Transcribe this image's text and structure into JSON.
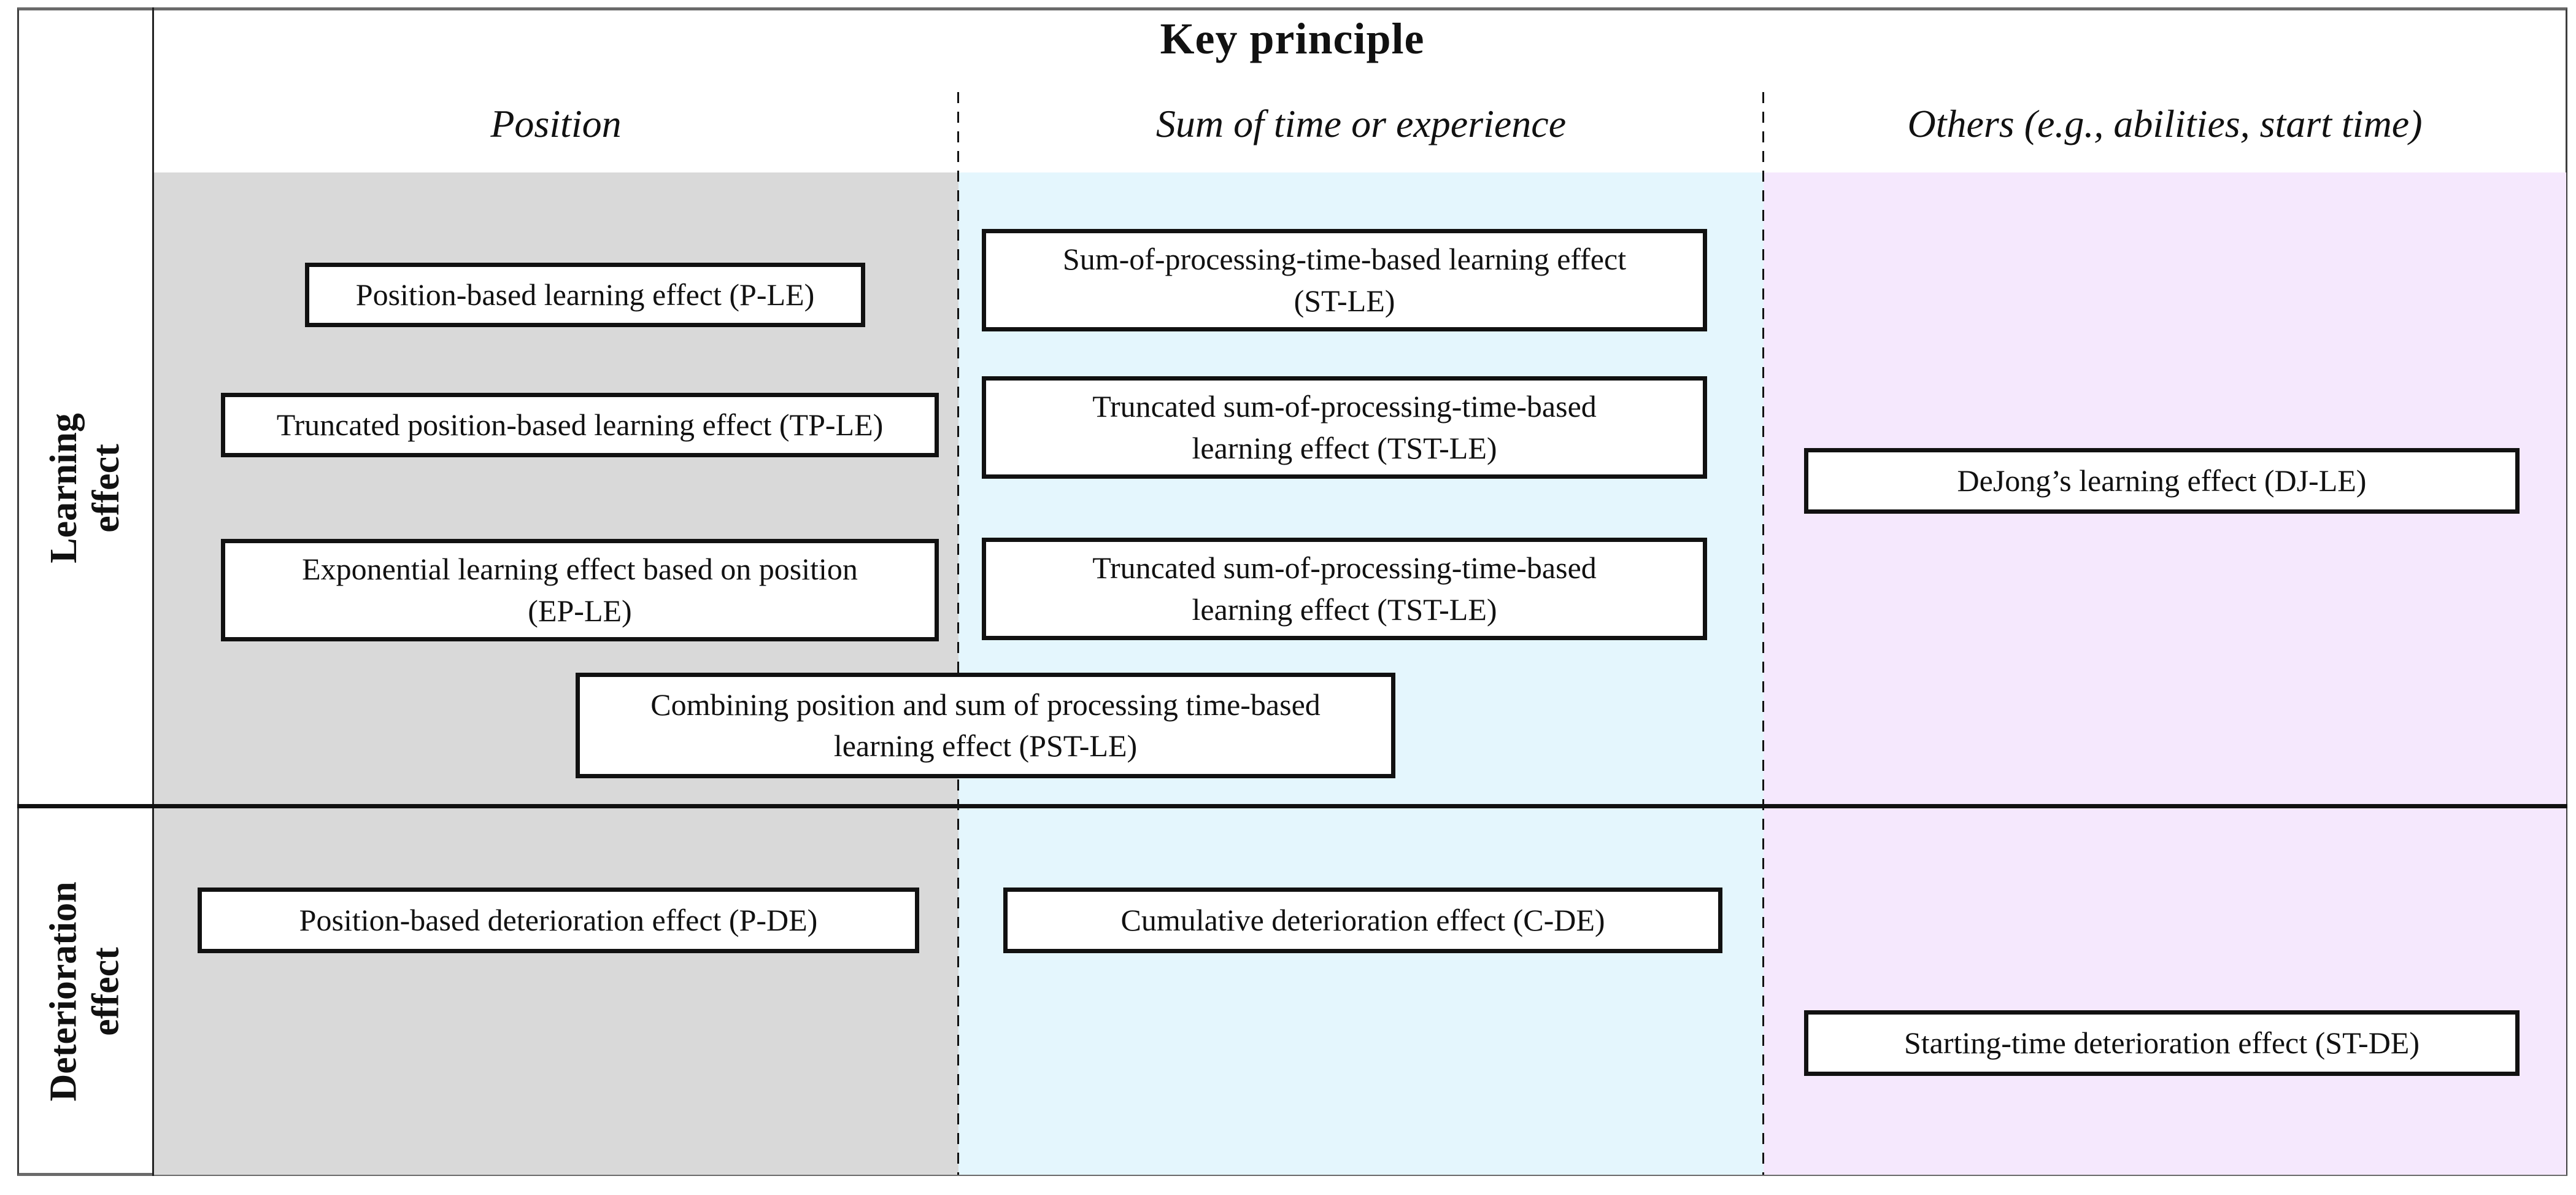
{
  "figure": {
    "title": "Key principle",
    "columns": [
      {
        "key": "position",
        "label": "Position",
        "bg": "#d9d9d9"
      },
      {
        "key": "sum-of-time-or-experience",
        "label": "Sum of time or experience",
        "bg": "#e4f6fd"
      },
      {
        "key": "others",
        "label": "Others (e.g., abilities, start time)",
        "bg": "#f5e8fd"
      }
    ],
    "rows": [
      {
        "key": "learning-effect",
        "lines": [
          "Learning",
          "effect"
        ]
      },
      {
        "key": "deterioration-effect",
        "lines": [
          "Deterioration",
          "effect"
        ]
      }
    ],
    "boxes": [
      {
        "id": "p-le",
        "lines": [
          "Position-based learning effect (P-LE)"
        ]
      },
      {
        "id": "tp-le",
        "lines": [
          "Truncated position-based learning effect (TP-LE)"
        ]
      },
      {
        "id": "ep-le",
        "lines": [
          "Exponential learning effect based on position",
          "(EP-LE)"
        ]
      },
      {
        "id": "st-le",
        "lines": [
          "Sum-of-processing-time-based learning effect",
          "(ST-LE)"
        ]
      },
      {
        "id": "tst-le-1",
        "lines": [
          "Truncated sum-of-processing-time-based",
          "learning effect (TST-LE)"
        ]
      },
      {
        "id": "tst-le-2",
        "lines": [
          "Truncated sum-of-processing-time-based",
          "learning effect (TST-LE)"
        ]
      },
      {
        "id": "dj-le",
        "lines": [
          "DeJong’s learning effect (DJ-LE)"
        ]
      },
      {
        "id": "pst-le",
        "lines": [
          "Combining position and sum of processing time-based",
          "learning effect (PST-LE)"
        ]
      },
      {
        "id": "p-de",
        "lines": [
          "Position-based deterioration effect (P-DE)"
        ]
      },
      {
        "id": "c-de",
        "lines": [
          "Cumulative deterioration effect (C-DE)"
        ]
      },
      {
        "id": "st-de",
        "lines": [
          "Starting-time deterioration effect (ST-DE)"
        ]
      }
    ],
    "line_colors": {
      "outer_frame": "#6a6a6a",
      "inner_lines": "#111111"
    }
  }
}
